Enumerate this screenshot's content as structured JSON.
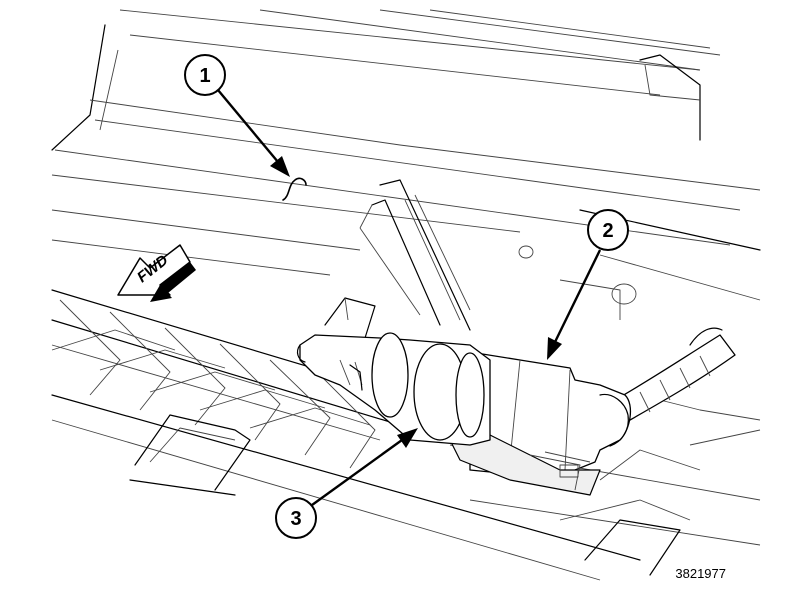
{
  "callouts": [
    {
      "id": "1",
      "label": "1"
    },
    {
      "id": "2",
      "label": "2"
    },
    {
      "id": "3",
      "label": "3"
    }
  ],
  "direction_label": "FWD",
  "figure_id": "3821977"
}
